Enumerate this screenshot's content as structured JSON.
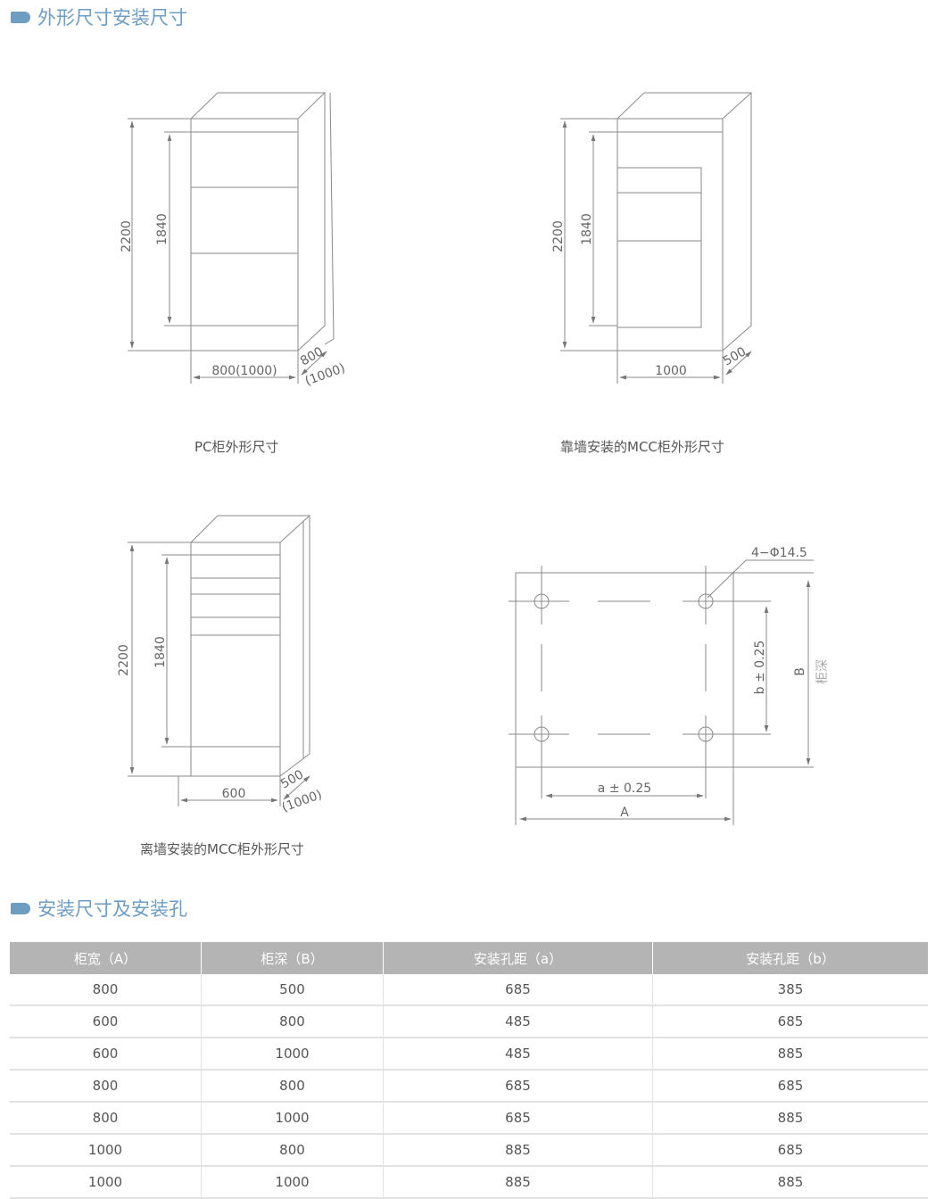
{
  "sections": {
    "dims_title": "外形尺寸安装尺寸",
    "mount_title": "安装尺寸及安装孔"
  },
  "pc": {
    "caption": "PC柜外形尺寸",
    "h_total": "2200",
    "h_inner": "1840",
    "width": "800(1000)",
    "depth": "800",
    "depth_alt": "(1000)"
  },
  "wall_mcc": {
    "caption": "靠墙安装的MCC柜外形尺寸",
    "h_total": "2200",
    "h_inner": "1840",
    "width": "1000",
    "depth": "500"
  },
  "free_mcc": {
    "caption": "离墙安装的MCC柜外形尺寸",
    "h_total": "2200",
    "h_inner": "1840",
    "width": "600",
    "depth": "500",
    "depth_alt": "(1000)"
  },
  "holes": {
    "hole_spec": "4−Φ14.5",
    "a_dim": "a ± 0.25",
    "A_dim": "A",
    "b_dim": "b ± 0.25",
    "B_dim": "B",
    "B_label": "柜深"
  },
  "table": {
    "headers": [
      "柜宽（A）",
      "柜深（B）",
      "安装孔距（a）",
      "安装孔距（b）"
    ],
    "rows": [
      [
        "800",
        "500",
        "685",
        "385"
      ],
      [
        "600",
        "800",
        "485",
        "685"
      ],
      [
        "600",
        "1000",
        "485",
        "885"
      ],
      [
        "800",
        "800",
        "685",
        "685"
      ],
      [
        "800",
        "1000",
        "685",
        "885"
      ],
      [
        "1000",
        "800",
        "885",
        "685"
      ],
      [
        "1000",
        "1000",
        "885",
        "885"
      ]
    ]
  }
}
